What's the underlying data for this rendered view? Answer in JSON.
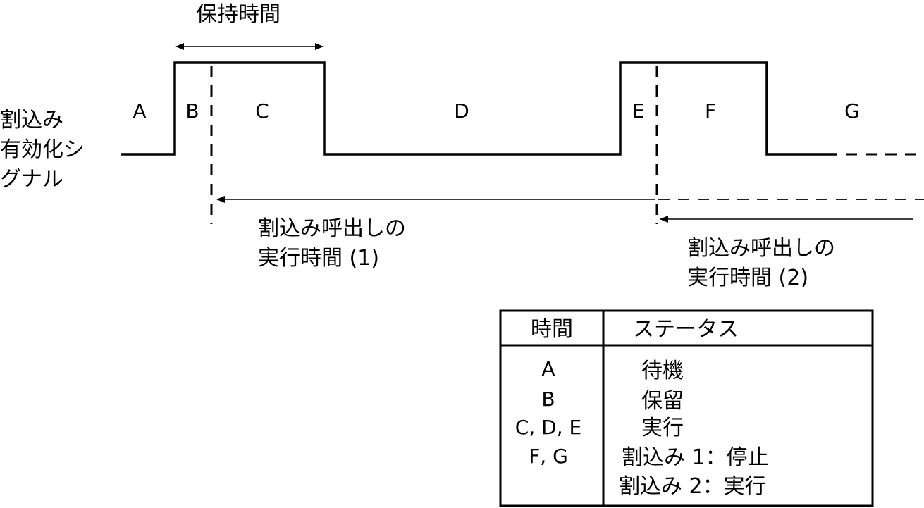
{
  "signal_label": [
    "割込み",
    "有効化シ",
    "グナル"
  ],
  "hold_time_label": "保持時間",
  "segments": [
    "A",
    "B",
    "C",
    "D",
    "E",
    "F",
    "G"
  ],
  "exec_time_1": [
    "割込み呼出しの",
    "実行時間 (1)"
  ],
  "exec_time_2": [
    "割込み呼出しの",
    "実行時間 (2)"
  ],
  "table": {
    "headers": [
      "時間",
      "ステータス"
    ],
    "times": [
      "A",
      "B",
      "C, D, E",
      "F, G",
      ""
    ],
    "statuses": [
      "待機",
      "保留",
      "実行",
      "割込み 1：停止",
      "割込み 2：実行"
    ]
  }
}
